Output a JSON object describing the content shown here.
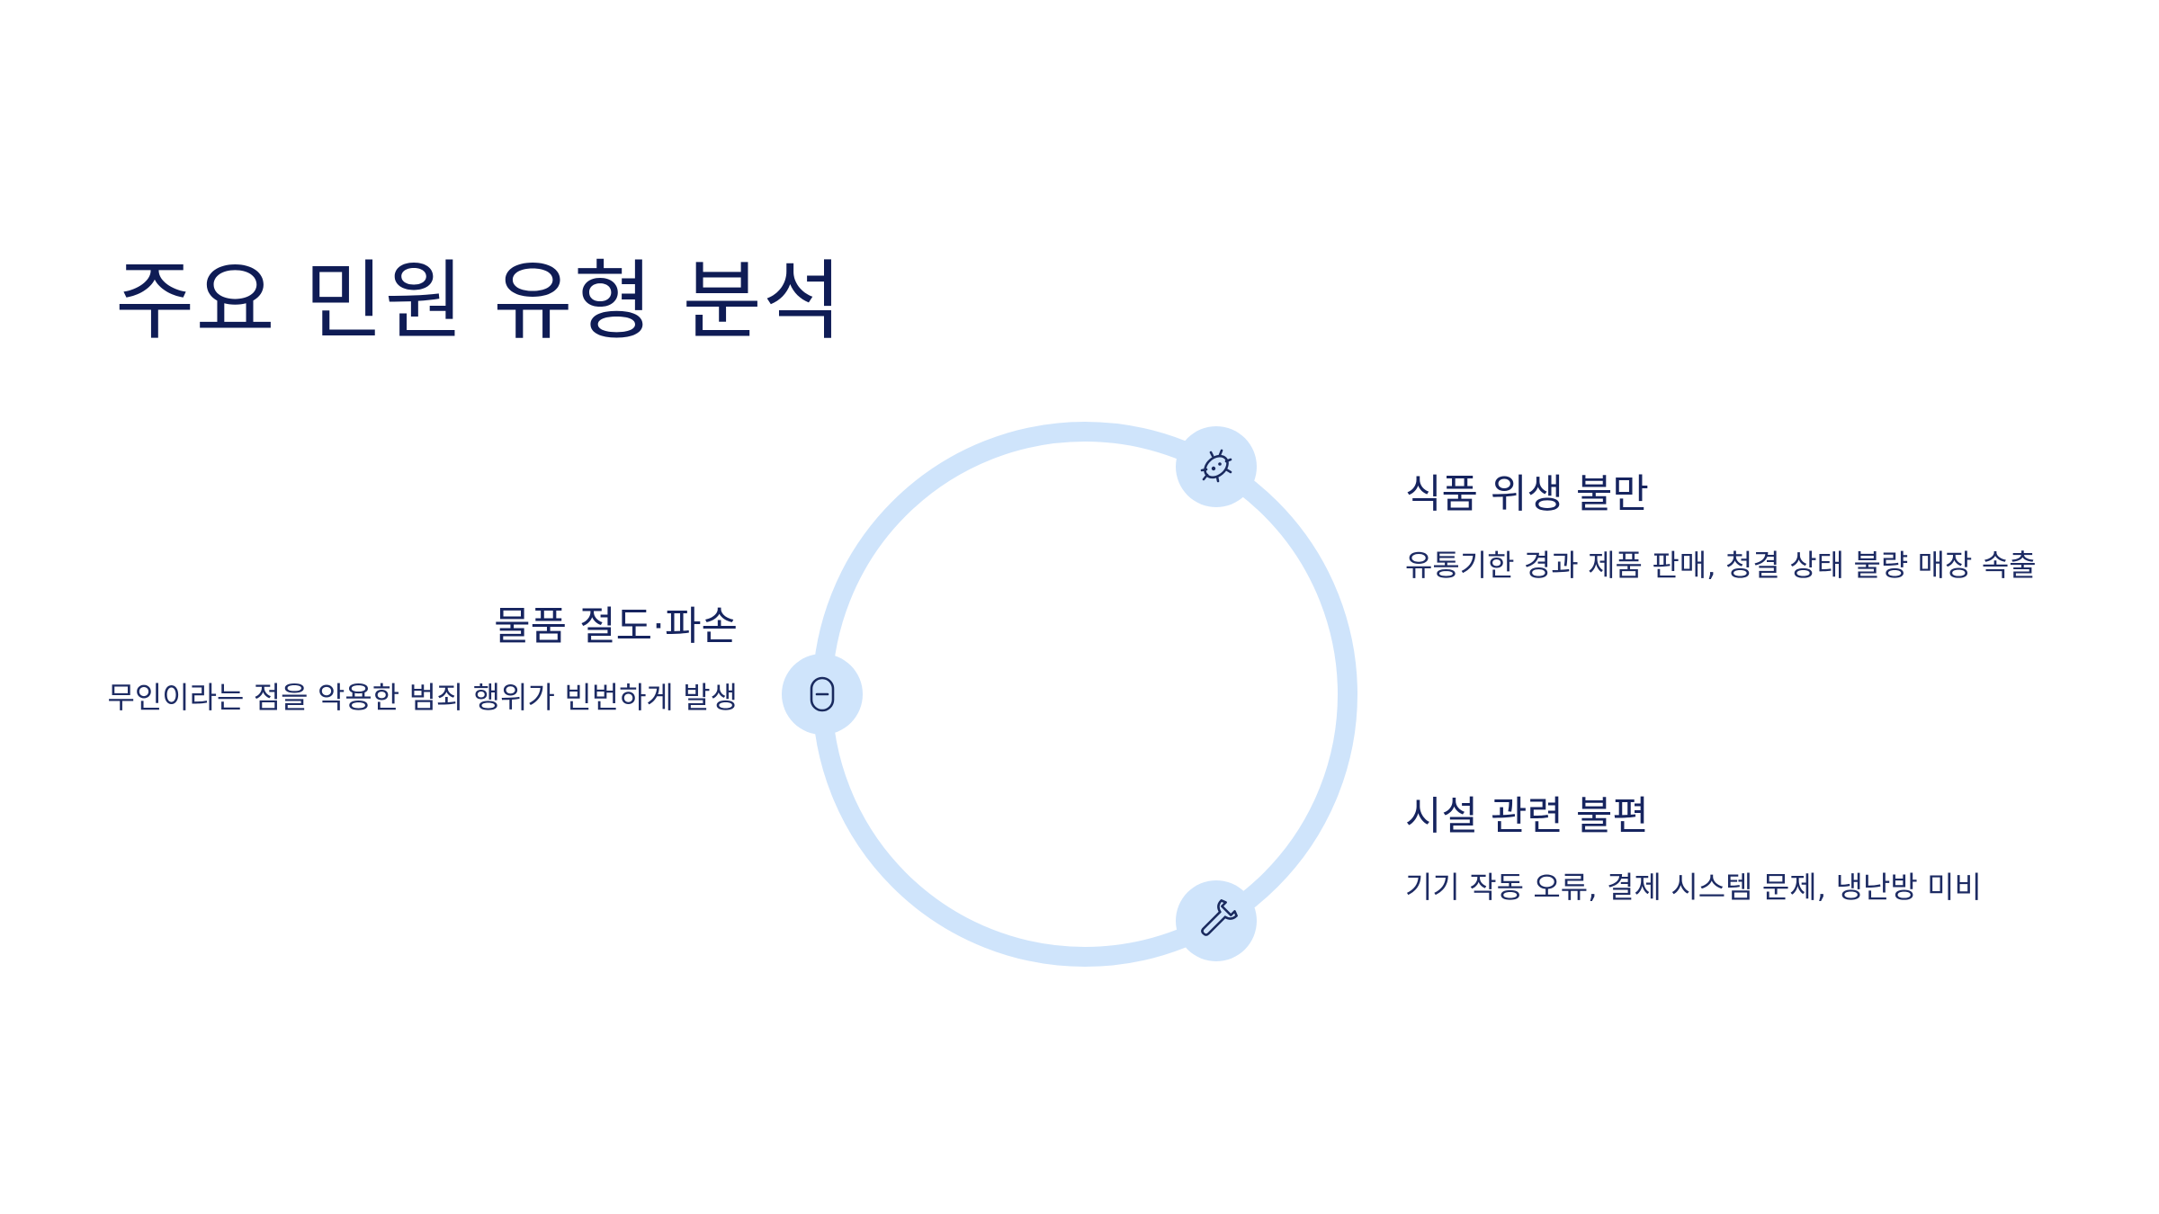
{
  "title": "주요 민원 유형 분석",
  "items": [
    {
      "id": "food",
      "title": "식품 위생 불만",
      "description": "유통기한 경과 제품 판매, 청결 상태 불량 매장 속출",
      "icon": "bacteria-icon"
    },
    {
      "id": "theft",
      "title": "물품 절도·파손",
      "description": "무인이라는 점을 악용한 범죄 행위가 빈번하게 발생",
      "icon": "pill-icon"
    },
    {
      "id": "facility",
      "title": "시설 관련 불편",
      "description": "기기 작동 오류, 결제 시스템 문제, 냉난방 미비",
      "icon": "wrench-icon"
    }
  ],
  "colors": {
    "ring": "#cfe4fb",
    "title": "#0f1c55",
    "text": "#1d2b63",
    "background": "#ffffff"
  }
}
